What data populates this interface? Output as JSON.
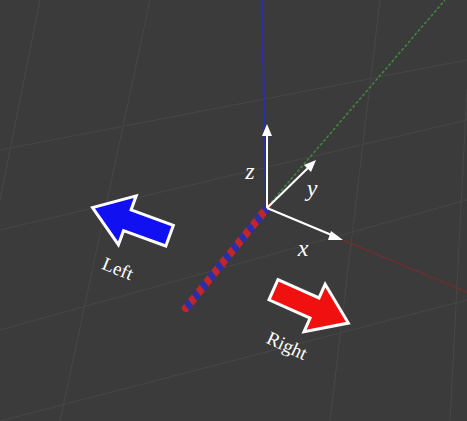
{
  "diagram": {
    "labels": [
      "z",
      "y",
      "x",
      "Left",
      "Right"
    ]
  }
}
